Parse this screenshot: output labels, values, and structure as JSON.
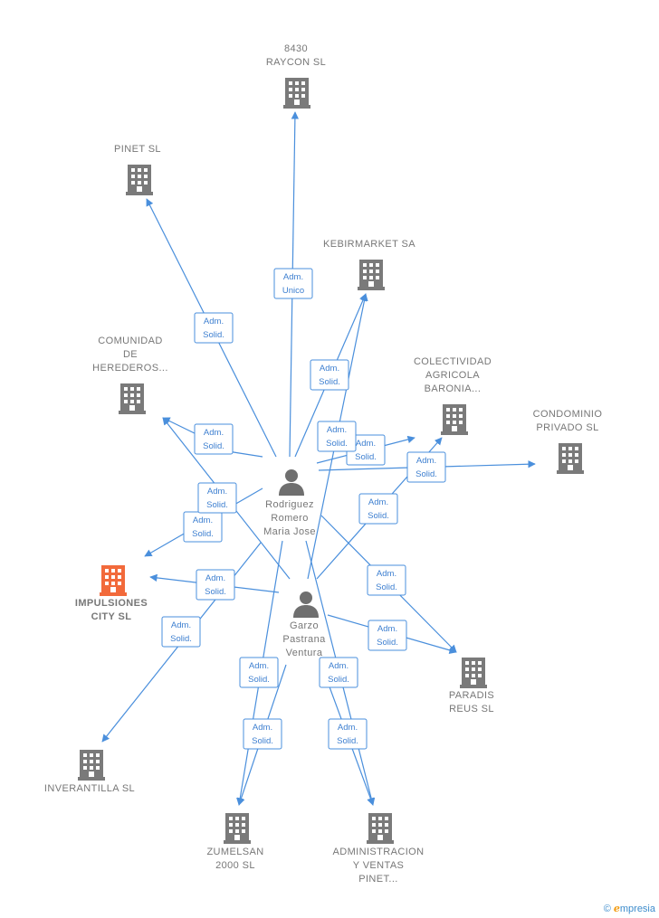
{
  "colors": {
    "edge": "#4a8fdc",
    "building": "#7a7a7a",
    "focus": "#f26a3b",
    "person": "#6f6f6f"
  },
  "nodes": [
    {
      "id": "raycon",
      "type": "company",
      "lines": [
        "8430",
        "RAYCON  SL"
      ]
    },
    {
      "id": "pinet",
      "type": "company",
      "lines": [
        "PINET SL"
      ]
    },
    {
      "id": "kebirmarket",
      "type": "company",
      "lines": [
        "KEBIRMARKET SA"
      ]
    },
    {
      "id": "comunidad",
      "type": "company",
      "lines": [
        "COMUNIDAD",
        "DE",
        "HEREDEROS..."
      ]
    },
    {
      "id": "colectividad",
      "type": "company",
      "lines": [
        "COLECTIVIDAD",
        "AGRICOLA",
        "BARONIA..."
      ]
    },
    {
      "id": "condominio",
      "type": "company",
      "lines": [
        "CONDOMINIO",
        "PRIVADO  SL"
      ]
    },
    {
      "id": "impulsiones",
      "type": "focus",
      "lines": [
        "IMPULSIONES",
        "CITY  SL"
      ]
    },
    {
      "id": "paradis",
      "type": "company",
      "lines": [
        "PARADIS",
        "REUS  SL"
      ]
    },
    {
      "id": "inverantilla",
      "type": "company",
      "lines": [
        "INVERANTILLA SL"
      ]
    },
    {
      "id": "zumelsan",
      "type": "company",
      "lines": [
        "ZUMELSAN",
        "2000  SL"
      ]
    },
    {
      "id": "administracion",
      "type": "company",
      "lines": [
        "ADMINISTRACION",
        "Y VENTAS",
        "PINET..."
      ]
    },
    {
      "id": "rodriguez",
      "type": "person",
      "lines": [
        "Rodriguez",
        "Romero",
        "Maria Jose"
      ]
    },
    {
      "id": "garzo",
      "type": "person",
      "lines": [
        "Garzo",
        "Pastrana",
        "Ventura"
      ]
    }
  ],
  "edges": [
    {
      "from": "rodriguez",
      "to": "raycon",
      "label": [
        "Adm.",
        "Unico"
      ]
    },
    {
      "from": "rodriguez",
      "to": "pinet",
      "label": [
        "Adm.",
        "Solid."
      ]
    },
    {
      "from": "rodriguez",
      "to": "kebirmarket",
      "label": [
        "Adm.",
        "Solid."
      ]
    },
    {
      "from": "rodriguez",
      "to": "comunidad",
      "label": [
        "Adm.",
        "Solid."
      ]
    },
    {
      "from": "rodriguez",
      "to": "colectividad",
      "label": [
        "Adm.",
        "Solid."
      ]
    },
    {
      "from": "rodriguez",
      "to": "condominio",
      "label": [
        "Adm.",
        "Solid."
      ]
    },
    {
      "from": "rodriguez",
      "to": "impulsiones",
      "label": [
        "Adm.",
        "Solid."
      ]
    },
    {
      "from": "rodriguez",
      "to": "paradis",
      "label": [
        "Adm.",
        "Solid."
      ]
    },
    {
      "from": "rodriguez",
      "to": "zumelsan",
      "label": [
        "Adm.",
        "Solid."
      ]
    },
    {
      "from": "rodriguez",
      "to": "administracion",
      "label": [
        "Adm.",
        "Solid."
      ]
    },
    {
      "from": "garzo",
      "to": "kebirmarket",
      "label": [
        "Adm.",
        "Solid."
      ]
    },
    {
      "from": "garzo",
      "to": "comunidad",
      "label": [
        "Adm.",
        "Solid."
      ]
    },
    {
      "from": "garzo",
      "to": "colectividad",
      "label": [
        "Adm.",
        "Solid."
      ]
    },
    {
      "from": "garzo",
      "to": "impulsiones",
      "label": [
        "Adm.",
        "Solid."
      ]
    },
    {
      "from": "garzo",
      "to": "paradis",
      "label": [
        "Adm.",
        "Solid."
      ]
    },
    {
      "from": "garzo",
      "to": "inverantilla",
      "label": [
        "Adm.",
        "Solid."
      ]
    },
    {
      "from": "garzo",
      "to": "zumelsan",
      "label": [
        "Adm.",
        "Solid."
      ]
    },
    {
      "from": "garzo",
      "to": "administracion",
      "label": [
        "Adm.",
        "Solid."
      ]
    }
  ],
  "footer": {
    "copyright_symbol": "©",
    "brand_initial": "e",
    "brand_rest": "mpresia"
  }
}
